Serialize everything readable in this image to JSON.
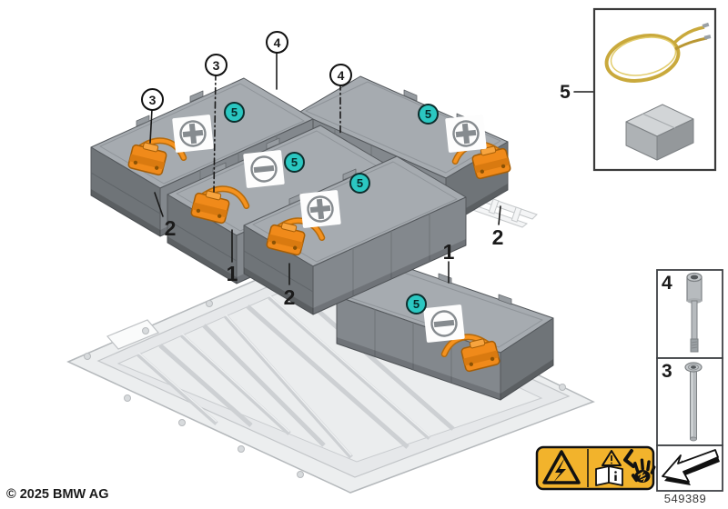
{
  "meta": {
    "copyright": "© 2025 BMW AG",
    "diagram_number": "549389"
  },
  "callouts": {
    "c1": "1",
    "c2": "2",
    "c3": "3",
    "c4": "4",
    "c5": "5"
  },
  "colors": {
    "badge_teal": "#2BC7C1",
    "connector_orange": "#F5921E",
    "warning_yellow": "#F2B32C",
    "module_gray": "#9BA0A5",
    "tray_gray": "#E9EBEC",
    "cable_gold": "#C9A93C"
  },
  "icons": {
    "positive_terminal": "plus-circle-icon",
    "negative_terminal": "minus-circle-icon",
    "hv_connector": "orange-connector-icon",
    "kit_cable": "cable-loop-icon",
    "kit_block": "block-icon",
    "screw_box_4": "screw-icon",
    "screw_box_3": "screw-icon",
    "fitting_direction": "direction-arrow-icon",
    "warning_high_voltage": "lightning-triangle-icon",
    "warning_read_manual": "book-info-icon",
    "warning_shock_hazard": "hand-shock-icon"
  }
}
